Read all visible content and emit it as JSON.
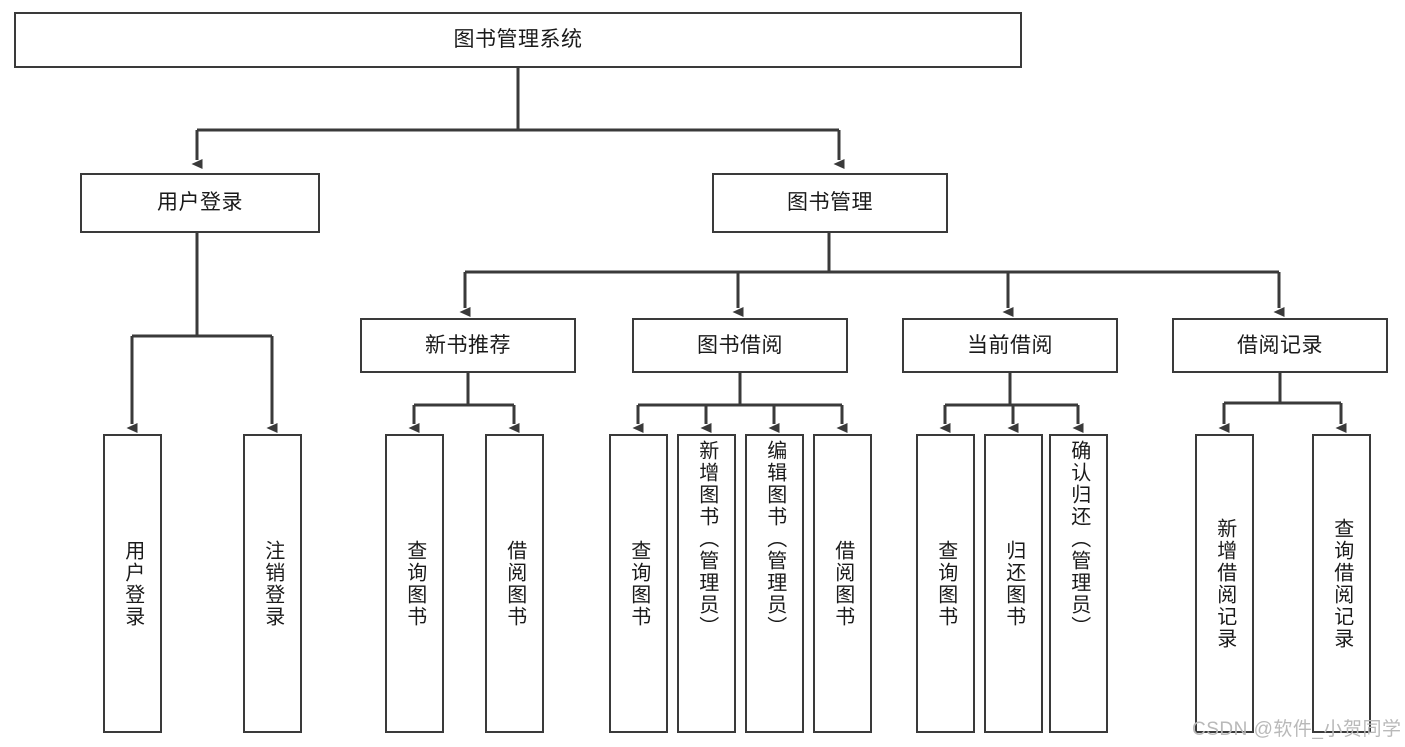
{
  "diagram": {
    "title": "图书管理系统",
    "type": "tree-hierarchy",
    "colors": {
      "box_border": "#3a3a3a",
      "box_fill": "#ffffff",
      "edge": "#3a3a3a",
      "text": "#1a1a1a",
      "watermark": "#b9b9b9",
      "background": "#ffffff"
    },
    "root": {
      "label": "图书管理系统"
    },
    "level2": [
      {
        "label": "用户登录"
      },
      {
        "label": "图书管理"
      }
    ],
    "level3": [
      {
        "label": "新书推荐"
      },
      {
        "label": "图书借阅"
      },
      {
        "label": "当前借阅"
      },
      {
        "label": "借阅记录"
      }
    ],
    "leaves": {
      "user_login": [
        {
          "label": "用户登录"
        },
        {
          "label": "注销登录"
        }
      ],
      "new_book_recommend": [
        {
          "label": "查询图书"
        },
        {
          "label": "借阅图书"
        }
      ],
      "book_borrow": [
        {
          "label": "查询图书"
        },
        {
          "label": "新增图书（管理员）"
        },
        {
          "label": "编辑图书（管理员）"
        },
        {
          "label": "借阅图书"
        }
      ],
      "current_borrow": [
        {
          "label": "查询图书"
        },
        {
          "label": "归还图书"
        },
        {
          "label": "确认归还（管理员）"
        }
      ],
      "borrow_record": [
        {
          "label": "新增借阅记录"
        },
        {
          "label": "查询借阅记录"
        }
      ]
    },
    "watermark": "CSDN @软件_小贺同学"
  }
}
